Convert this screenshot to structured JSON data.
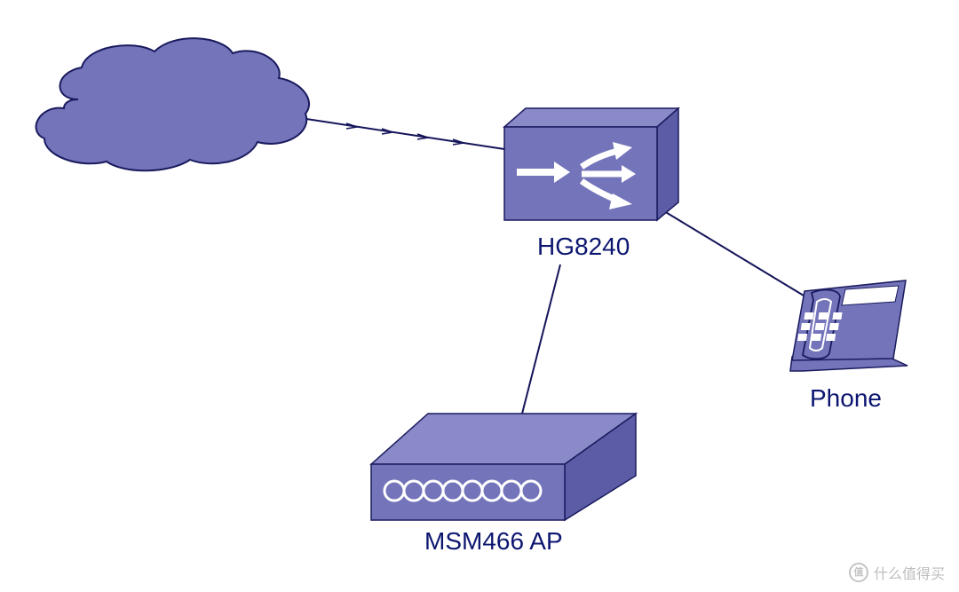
{
  "nodes": {
    "internet": {
      "label": "",
      "icon": "cloud-icon"
    },
    "gateway": {
      "label": "HG8240",
      "icon": "router-icon"
    },
    "phone": {
      "label": "Phone",
      "icon": "telephone-icon"
    },
    "access_point": {
      "label": "MSM466 AP",
      "icon": "network-switch-icon"
    }
  },
  "edges": [
    {
      "from": "internet",
      "to": "gateway",
      "style": "arrowed"
    },
    {
      "from": "gateway",
      "to": "phone",
      "style": "solid"
    },
    {
      "from": "gateway",
      "to": "access_point",
      "style": "solid"
    }
  ],
  "colors": {
    "device_fill": "#7474bb",
    "device_stroke": "#1a1a5e",
    "line": "#14145a",
    "label_text": "#0c1670"
  },
  "watermark": {
    "text": "什么值得买",
    "icon": "zhi-logo-icon"
  }
}
